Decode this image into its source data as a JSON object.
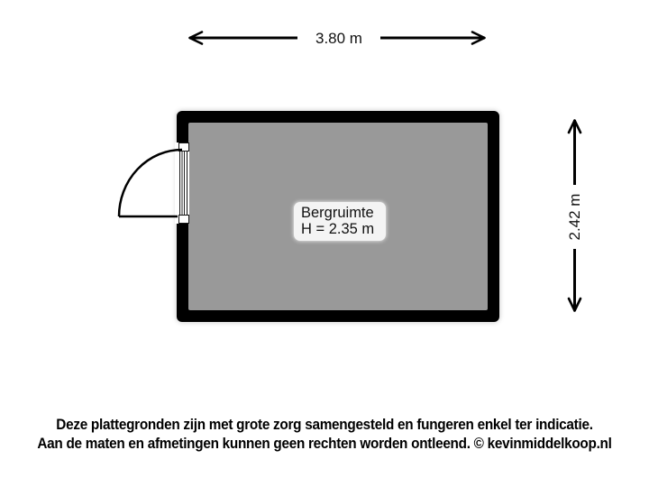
{
  "colors": {
    "page_bg": "#ffffff",
    "wall": "#000000",
    "floor": "#999999",
    "label_bg": "#ffffff",
    "room_label_bg": "#f4f4f4",
    "text": "#111111"
  },
  "dimensions": {
    "width_label": "3.80 m",
    "height_label": "2.42 m"
  },
  "room": {
    "name": "Bergruimte",
    "ceiling_height_label": "H = 2.35 m"
  },
  "disclaimer": {
    "line1": "Deze plattegronden zijn met grote zorg samengesteld en fungeren enkel ter indicatie.",
    "line2": "Aan de maten en afmetingen kunnen geen rechten worden ontleend. © kevinmiddelkoop.nl"
  }
}
